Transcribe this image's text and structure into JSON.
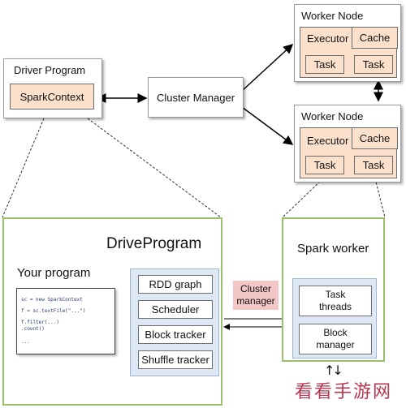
{
  "diagram": {
    "driver_program": {
      "title": "Driver Program",
      "spark_context": "SparkContext"
    },
    "cluster_manager": "Cluster Manager",
    "worker_nodes": [
      {
        "title": "Worker Node",
        "executor": "Executor",
        "cache": "Cache",
        "tasks": [
          "Task",
          "Task"
        ]
      },
      {
        "title": "Worker Node",
        "executor": "Executor",
        "cache": "Cache",
        "tasks": [
          "Task",
          "Task"
        ]
      }
    ],
    "drive_program": {
      "title": "DriveProgram",
      "your_program": "Your program",
      "code_lines": [
        "sc = new SparkContext",
        "f = sc.textFile(\"...\")",
        "f.filter(...)",
        ".count()",
        "..."
      ],
      "components": [
        "RDD graph",
        "Scheduler",
        "Block tracker",
        "Shuffle tracker"
      ]
    },
    "link_label": "Cluster\nmanager",
    "spark_worker": {
      "title": "Spark worker",
      "components": [
        "Task\nthreads",
        "Block\nmanager"
      ],
      "arrows": "↑↓"
    },
    "watermark": "看看手游网"
  },
  "colors": {
    "peach": "#fbe1cc",
    "blue_panel": "#dde8f4",
    "green_border": "#9bbf6b",
    "pink_label": "#f4c7c7"
  }
}
